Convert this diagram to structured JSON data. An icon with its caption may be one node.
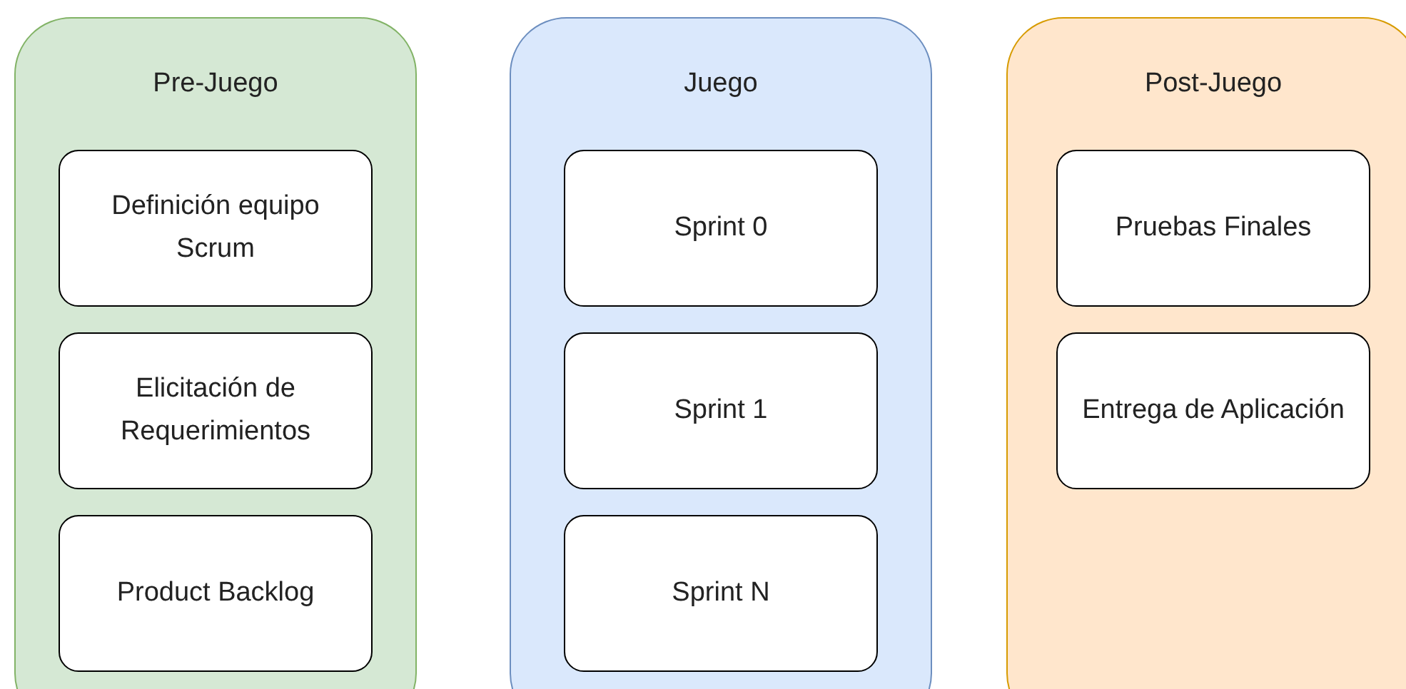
{
  "diagram": {
    "nodes": [
      {
        "text": [
          "Pre-Juego"
        ]
      },
      {
        "text": [
          "Definición equipo Scrum"
        ],
        "in": 0
      },
      {
        "text": [
          "Elicitación de Requerimientos"
        ],
        "in": 0
      },
      {
        "text": [
          "Product Backlog"
        ],
        "in": 0
      },
      {
        "text": [
          "Juego"
        ]
      },
      {
        "text": [
          "Sprint 0"
        ],
        "in": 4
      },
      {
        "text": [
          "Sprint 1"
        ],
        "in": 4
      },
      {
        "text": [
          "Sprint N"
        ],
        "in": 4
      },
      {
        "text": [
          "Post-Juego"
        ]
      },
      {
        "text": [
          "Pruebas Finales"
        ],
        "in": 8
      },
      {
        "text": [
          "Entrega de Aplicación"
        ],
        "in": 8
      }
    ]
  }
}
